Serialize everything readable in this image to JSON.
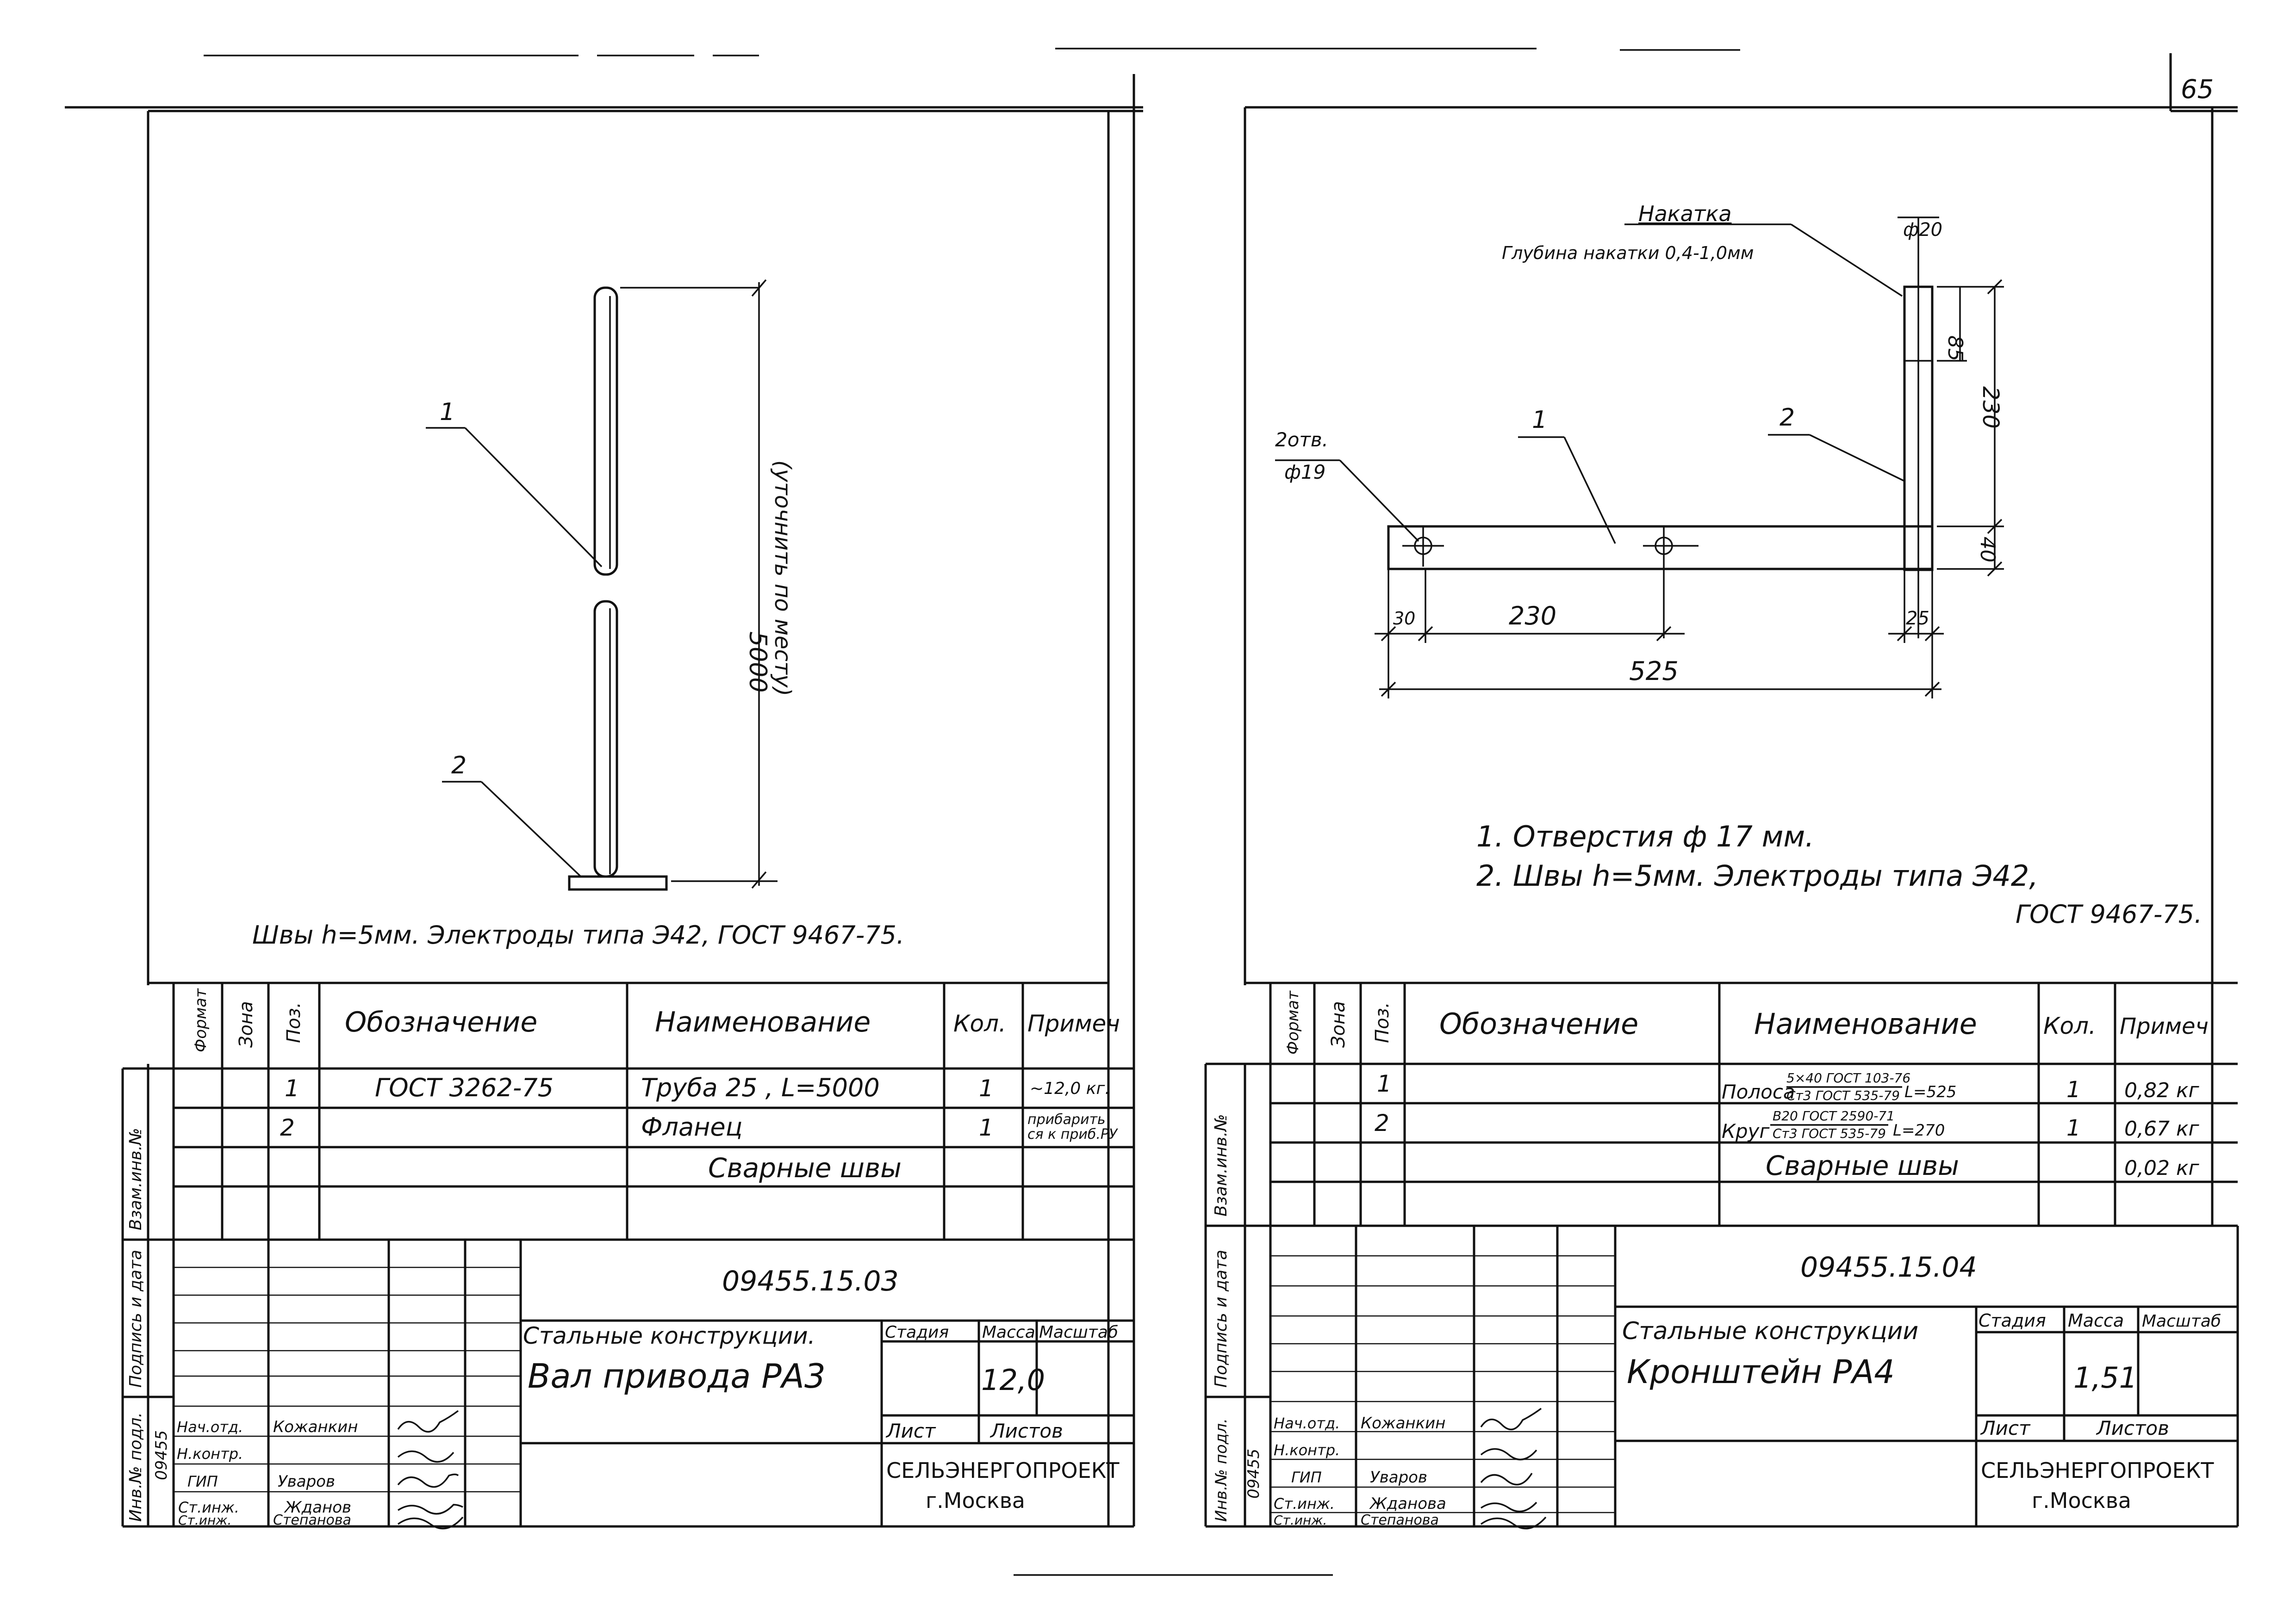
{
  "page_number": "65",
  "sheets": [
    {
      "dimensions": {
        "length": "5000",
        "note": "(уточнить по месту)"
      },
      "leaders": [
        "1",
        "2"
      ],
      "weld_note": "Швы h=5мм. Электроды типа Э42, ГОСТ 9467-75.",
      "spec": {
        "headers": [
          "Формат",
          "Зона",
          "Поз.",
          "Обозначение",
          "Наименование",
          "Кол.",
          "Примеч"
        ],
        "rows": [
          {
            "pos": "1",
            "designation": "ГОСТ 3262-75",
            "name": "Труба 25 , L=5000",
            "qty": "1",
            "note": "~12,0 кг.",
            "note2": ""
          },
          {
            "pos": "2",
            "designation": "",
            "name": "Фланец",
            "qty": "1",
            "note": "прибарить",
            "note2": "ся к приб.РУ"
          },
          {
            "pos": "",
            "designation": "",
            "name": "Сварные швы",
            "qty": "",
            "note": "",
            "note2": ""
          }
        ]
      },
      "side_labels": [
        "Взам.инв.№",
        "Подпись и дата",
        "Инв.№ подл.",
        "09455"
      ],
      "title_block": {
        "code": "09455.15.03",
        "category": "Стальные конструкции.",
        "title": "Вал привода РА3",
        "col_stage": "Стадия",
        "col_mass": "Масса",
        "col_scale": "Масштаб",
        "mass": "12,0",
        "sheet": "Лист",
        "sheets": "Листов",
        "org": "СЕЛЬЭНЕРГОПРОЕКТ",
        "city": "г.Москва",
        "roles": [
          "Нач.отд.",
          "Н.контр.",
          "ГИП",
          "Ст.инж.",
          "Ст.инж."
        ],
        "names": [
          "Кожанкин",
          "",
          "Уваров",
          "Жданов",
          "Степанова"
        ]
      }
    },
    {
      "labels": {
        "knurl": "Накатка",
        "knurl_depth": "Глубина накатки 0,4-1,0мм",
        "dia_top": "ф20",
        "holes": "2отв.",
        "hole_dia": "ф19",
        "pos1": "1",
        "pos2": "2"
      },
      "dimensions": {
        "d85": "85",
        "d230v": "230",
        "d40": "40",
        "d30": "30",
        "d230": "230",
        "d25": "25",
        "d525": "525"
      },
      "notes": [
        "1. Отверстия ф 17 мм.",
        "2. Швы h=5мм. Электроды типа Э42,",
        "ГОСТ 9467-75."
      ],
      "spec": {
        "headers": [
          "Формат",
          "Зона",
          "Поз.",
          "Обозначение",
          "Наименование",
          "Кол.",
          "Примеч"
        ],
        "rows": [
          {
            "pos": "1",
            "name_main": "Полоса",
            "frac_top": "5×40 ГОСТ 103-76",
            "frac_bottom": "Ст3 ГОСТ 535-79",
            "length": "L=525",
            "qty": "1",
            "note": "0,82 кг"
          },
          {
            "pos": "2",
            "name_main": "Круг",
            "frac_top": "В20 ГОСТ 2590-71",
            "frac_bottom": "Ст3 ГОСТ 535-79",
            "length": "L=270",
            "qty": "1",
            "note": "0,67 кг"
          },
          {
            "pos": "",
            "name_main": "Сварные швы",
            "frac_top": "",
            "frac_bottom": "",
            "length": "",
            "qty": "",
            "note": "0,02 кг"
          }
        ]
      },
      "side_labels": [
        "Взам.инв.№",
        "Подпись и дата",
        "Инв.№ подл.",
        "09455"
      ],
      "title_block": {
        "code": "09455.15.04",
        "category": "Стальные конструкции",
        "title": "Кронштейн РА4",
        "col_stage": "Стадия",
        "col_mass": "Масса",
        "col_scale": "Масштаб",
        "mass": "1,51",
        "sheet": "Лист",
        "sheets": "Листов",
        "org": "СЕЛЬЭНЕРГОПРОЕКТ",
        "city": "г.Москва",
        "roles": [
          "Нач.отд.",
          "Н.контр.",
          "ГИП",
          "Ст.инж.",
          "Ст.инж."
        ],
        "names": [
          "Кожанкин",
          "",
          "Уваров",
          "Жданова",
          "Степанова"
        ]
      }
    }
  ]
}
